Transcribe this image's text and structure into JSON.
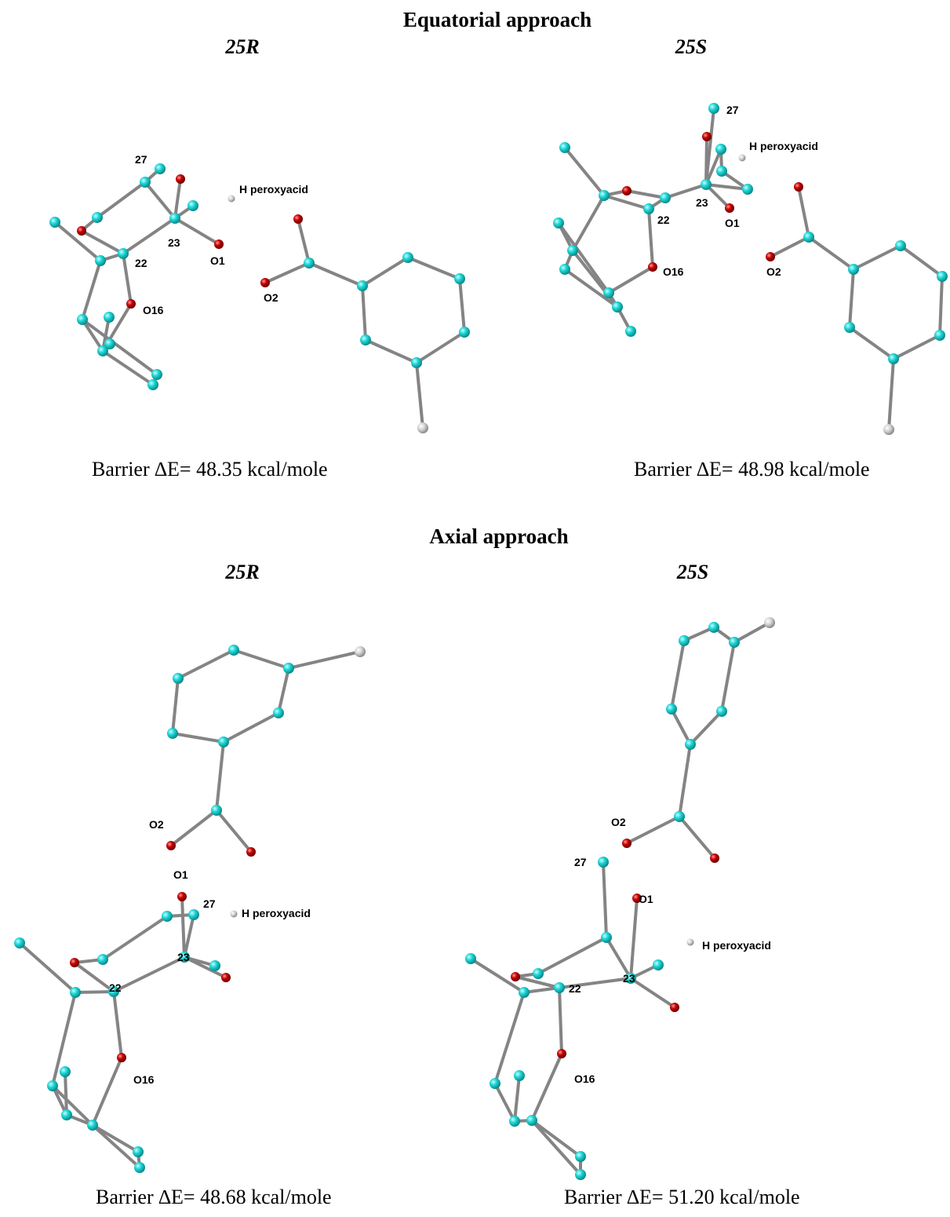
{
  "sections": [
    {
      "title": "Equatorial approach",
      "panels": [
        {
          "conformer": "25R",
          "barrier": "Barrier ∆E= 48.35   kcal/mole"
        },
        {
          "conformer": "25S",
          "barrier": "Barrier ∆E= 48.98 kcal/mole"
        }
      ]
    },
    {
      "title": "Axial approach",
      "panels": [
        {
          "conformer": "25R",
          "barrier": "Barrier ∆E= 48.68   kcal/mole"
        },
        {
          "conformer": "25S",
          "barrier": "Barrier ∆E= 51.20 kcal/mole"
        }
      ]
    }
  ],
  "atom_labels": {
    "c27": "27",
    "c22": "22",
    "c23": "23",
    "o1": "O1",
    "o2": "O2",
    "o16": "O16",
    "h": "H peroxyacid"
  },
  "colors": {
    "carbon": "#1ed6d6",
    "oxygen": "#c80000",
    "hydrogen": "#d2d2d2",
    "bond": "#848484"
  }
}
